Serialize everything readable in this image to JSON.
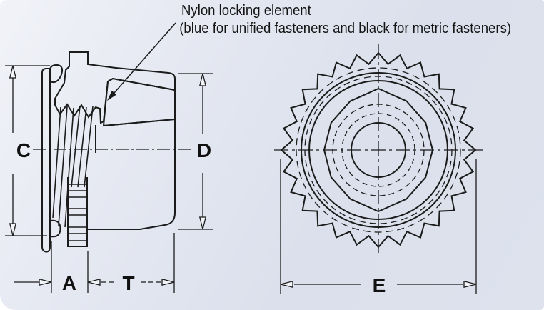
{
  "annotation": {
    "line1": "Nylon locking element",
    "line2": "(blue for unified fasteners and black for metric fasteners)"
  },
  "dimension_labels": {
    "c": "C",
    "d": "D",
    "a": "A",
    "t": "T",
    "e": "E"
  },
  "colors": {
    "line": "#1b1b1b",
    "background": "#dde2ee",
    "background_highlight": "#f1f3f8",
    "arrow_fill": "#f3f5f9"
  }
}
